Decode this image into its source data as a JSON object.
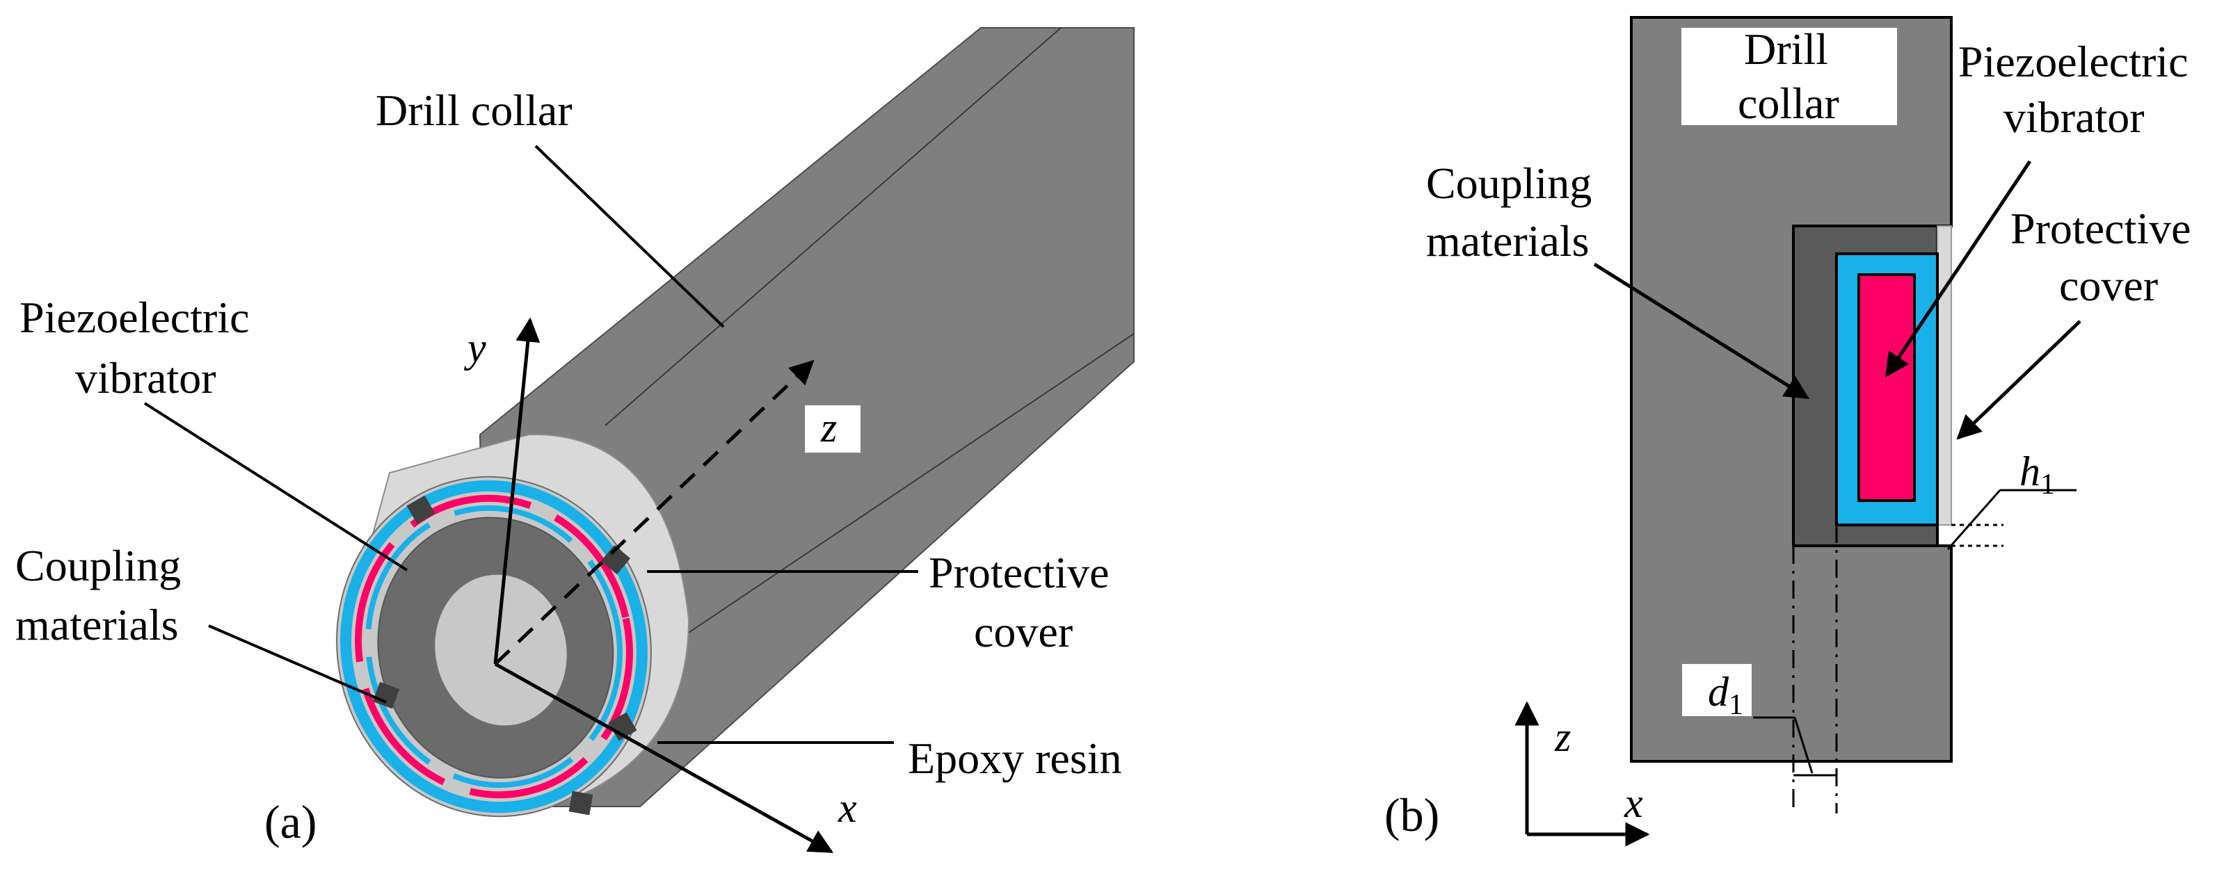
{
  "panel_a": {
    "label": "(a)",
    "drill_collar": "Drill collar",
    "piezo_line1": "Piezoelectric",
    "piezo_line2": "vibrator",
    "coupling_line1": "Coupling",
    "coupling_line2": "materials",
    "protective_line1": "Protective",
    "protective_line2": "cover",
    "epoxy": "Epoxy resin",
    "axis_y": "y",
    "axis_z": "z",
    "axis_x": "x"
  },
  "panel_b": {
    "label": "(b)",
    "drill_line1": "Drill",
    "drill_line2": "collar",
    "coupling_line1": "Coupling",
    "coupling_line2": "materials",
    "piezo_line1": "Piezoelectric",
    "piezo_line2": "vibrator",
    "protective_line1": "Protective",
    "protective_line2": "cover",
    "h1_base": "h",
    "h1_sub": "1",
    "d1_base": "d",
    "d1_sub": "1",
    "axis_z": "z",
    "axis_x": "x"
  },
  "colors": {
    "collar": "#7f7f7f",
    "collar_dark": "#5a5a5a",
    "cover": "#d9d9d9",
    "inner": "#bfbfbf",
    "blue": "#1ab0e8",
    "pink": "#ff0066"
  }
}
